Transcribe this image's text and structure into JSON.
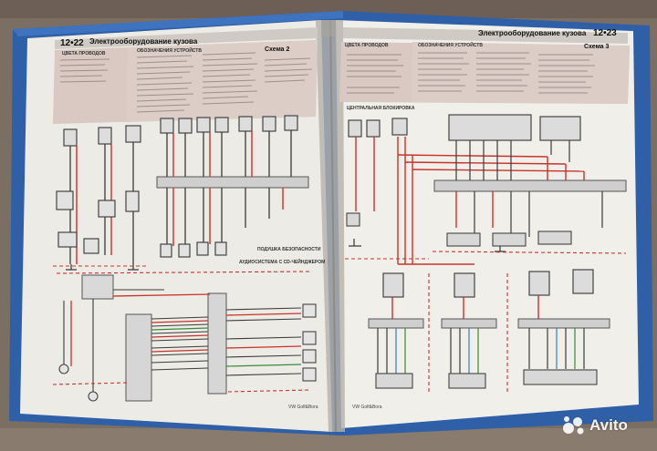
{
  "left_page": {
    "page_number": "12•22",
    "section_title": "Электрооборудование кузова",
    "legend_title": "ЦВЕТА ПРОВОДОВ",
    "devices_title": "ОБОЗНАЧЕНИЯ УСТРОЙСТВ",
    "scheme_label": "Схема 2",
    "labels": [
      "ПОДУШКА БЕЗОПАСНОСТИ",
      "АУДИОСИСТЕМА С CD-ЧЕЙНДЖЕРОМ",
      "VW Golf&Bora"
    ]
  },
  "right_page": {
    "page_number": "12•23",
    "section_title": "Электрооборудование кузова",
    "legend_title": "ЦВЕТА ПРОВОДОВ",
    "devices_title": "ОБОЗНАЧЕНИЯ УСТРОЙСТВ",
    "scheme_label": "Схема 3",
    "labels": [
      "ЦЕНТРАЛЬНАЯ БЛОКИРОВКА",
      "VW Golf&Bora"
    ]
  },
  "watermark": {
    "text": "Avito"
  },
  "colors": {
    "background": "#7b6e63",
    "cover": "#2f5fa6",
    "paper": "#ecebe6",
    "table_band": "#d9c9c2",
    "wire_red": "#c8332b",
    "wire_dark": "#3b3b3b"
  }
}
